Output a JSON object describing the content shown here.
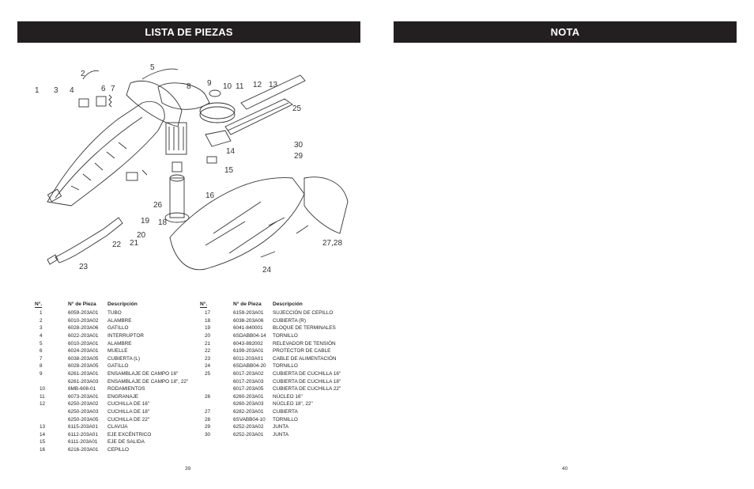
{
  "left_page": {
    "title": "LISTA DE PIEZAS",
    "page_number": "39",
    "diagram_callouts": [
      "1",
      "2",
      "3",
      "4",
      "5",
      "6",
      "7",
      "8",
      "9",
      "10",
      "11",
      "12",
      "13",
      "14",
      "15",
      "16",
      "18",
      "19",
      "20",
      "21",
      "22",
      "23",
      "24",
      "25",
      "26",
      "27,28",
      "29",
      "30"
    ],
    "columns": {
      "no": "N°.",
      "part": "N° de Pieza",
      "desc": "Descripción"
    },
    "table_left": [
      {
        "no": "1",
        "part": "6059-203A01",
        "desc": "TUBO"
      },
      {
        "no": "2",
        "part": "6010-203A02",
        "desc": "ALAMBRE"
      },
      {
        "no": "3",
        "part": "6028-203A06",
        "desc": "GATILLO"
      },
      {
        "no": "4",
        "part": "6022-203A01",
        "desc": "INTERRUPTOR"
      },
      {
        "no": "5",
        "part": "6010-203A01",
        "desc": "ALAMBRE"
      },
      {
        "no": "6",
        "part": "6024-203A01",
        "desc": "MUELLE"
      },
      {
        "no": "7",
        "part": "6038-203A05",
        "desc": "CUBIERTA (L)"
      },
      {
        "no": "8",
        "part": "6028-203A05",
        "desc": "GATILLO"
      },
      {
        "no": "9",
        "part": "6261-203A01",
        "desc": "ENSAMBLAJE DE CAMPO 16\""
      },
      {
        "no": "",
        "part": "6261-203A03",
        "desc": "ENSAMBLAJE DE CAMPO 18\", 22\""
      },
      {
        "no": "10",
        "part": "6MB-608-01",
        "desc": "RODAMIENTOS"
      },
      {
        "no": "11",
        "part": "6073-203A01",
        "desc": "ENGRANAJE"
      },
      {
        "no": "12",
        "part": "6250-203A02",
        "desc": "CUCHILLA DE 16\""
      },
      {
        "no": "",
        "part": "6250-203A03",
        "desc": "CUCHILLA DE 18\""
      },
      {
        "no": "",
        "part": "6250-203A05",
        "desc": "CUCHILLA DE 22\""
      },
      {
        "no": "13",
        "part": "6115-203A01",
        "desc": "CLAVIJA"
      },
      {
        "no": "14",
        "part": "6112-203A01",
        "desc": "EJE EXCÉNTRICO"
      },
      {
        "no": "15",
        "part": "6111-203A01",
        "desc": "EJE DE SALIDA"
      },
      {
        "no": "16",
        "part": "6216-203A01",
        "desc": "CEPILLO"
      }
    ],
    "table_right": [
      {
        "no": "17",
        "part": "6159-203A01",
        "desc": "SUJECCIÓN DE CEPILLO"
      },
      {
        "no": "18",
        "part": "6038-203A06",
        "desc": "CUBIERTA (R)"
      },
      {
        "no": "19",
        "part": "6041-840001",
        "desc": "BLOQUE DE TERMINALES"
      },
      {
        "no": "20",
        "part": "6SDABB04-14",
        "desc": "TORNILLO"
      },
      {
        "no": "21",
        "part": "6043-892002",
        "desc": "RELEVADOR DE TENSIÓN"
      },
      {
        "no": "22",
        "part": "6199-203A01",
        "desc": "PROTECTOR DE CABLE"
      },
      {
        "no": "23",
        "part": "6011-203A01",
        "desc": "CABLE DE ALIMENTACIÓN"
      },
      {
        "no": "24",
        "part": "6SDABB04-20",
        "desc": "TORNILLO"
      },
      {
        "no": "25",
        "part": "6017-203A02",
        "desc": "CUBIERTA DE CUCHILLA 16\""
      },
      {
        "no": "",
        "part": "6017-203A03",
        "desc": "CUBIERTA DE CUCHILLA 18\""
      },
      {
        "no": "",
        "part": "6017-203A05",
        "desc": "CUBIERTA DE CUCHILLA 22\""
      },
      {
        "no": "26",
        "part": "6260-203A01",
        "desc": "NÚCLEO 16\""
      },
      {
        "no": "",
        "part": "6260-203A03",
        "desc": "NÚCLEO 18\", 22\""
      },
      {
        "no": "27",
        "part": "6282-203A01",
        "desc": "CUBIERTA"
      },
      {
        "no": "28",
        "part": "6SVABB04-10",
        "desc": "TORNILLO"
      },
      {
        "no": "29",
        "part": "6252-203A02",
        "desc": "JUNTA"
      },
      {
        "no": "30",
        "part": "6252-203A01",
        "desc": "JUNTA"
      }
    ]
  },
  "right_page": {
    "title": "NOTA",
    "page_number": "40"
  }
}
